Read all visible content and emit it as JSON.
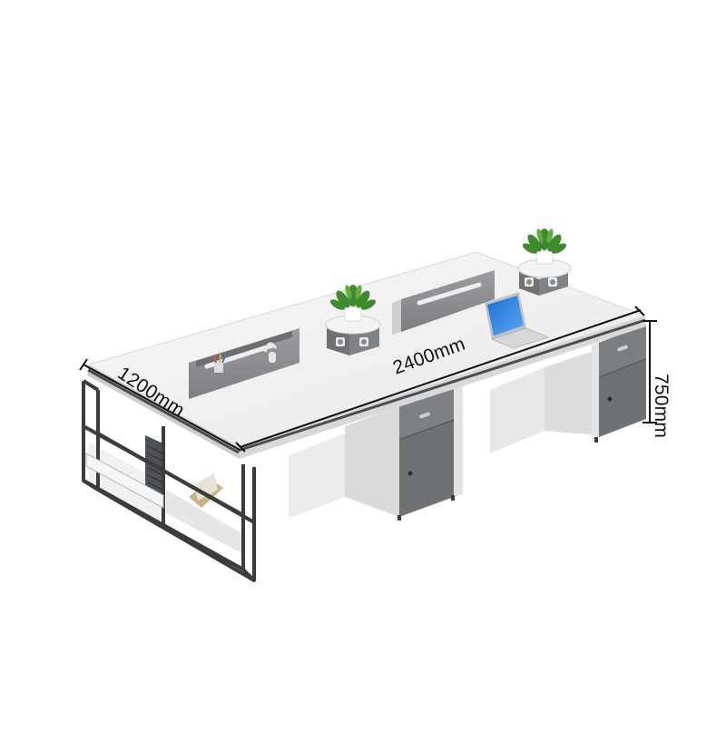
{
  "image": {
    "subject": "four-person office desk workstation",
    "dimensions": {
      "width": "2400mm",
      "depth": "1200mm",
      "height": "750mm"
    },
    "colors": {
      "desktop": "#f4f4f4",
      "panel_gray": "#8d8f92",
      "cabinet_gray": "#6f7275",
      "frame_black": "#3a3c3f",
      "edge_trim": "#4a4d51",
      "plant_green": "#3f8a2e",
      "laptop_screen": "#2b7de0"
    }
  }
}
